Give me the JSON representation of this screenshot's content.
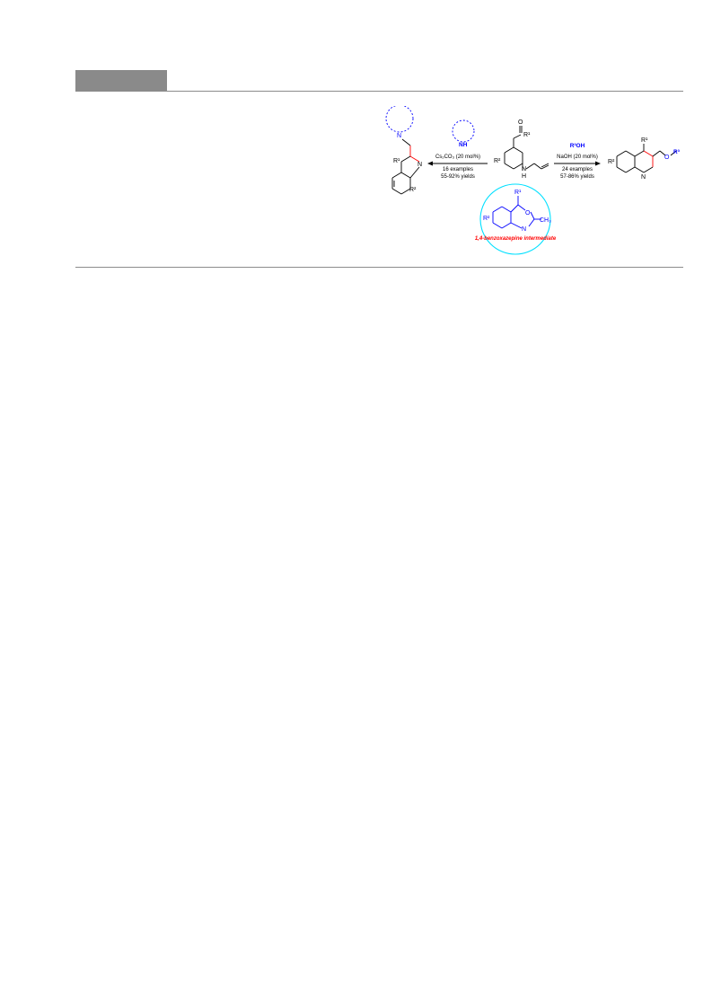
{
  "header_tab": "",
  "scheme": {
    "left_reagent": "Cs₂CO₃ (20 mol%)",
    "left_examples": "16 examples",
    "left_yields": "55-92% yields",
    "right_nucleophile": "R³OH",
    "right_reagent": "NaOH (20 mol%)",
    "right_examples": "24 examples",
    "right_yields": "57-86% yields",
    "amine_label": "NH",
    "amine_n_label": "N",
    "n_atom": "N",
    "nh_atom": "N",
    "nh_h": "H",
    "o_atom": "O",
    "r1": "R¹",
    "r2": "R²",
    "r3": "R³",
    "ch3": "CH₃",
    "intermediate_label": "1,4-benzoxazepine intermediate"
  },
  "colors": {
    "bond": "#000000",
    "accent_blue": "#0000ff",
    "accent_red": "#ff0000",
    "circle_cyan": "#00e0ff",
    "rule": "#8c8c8c",
    "tag": "#8a8a8a"
  }
}
